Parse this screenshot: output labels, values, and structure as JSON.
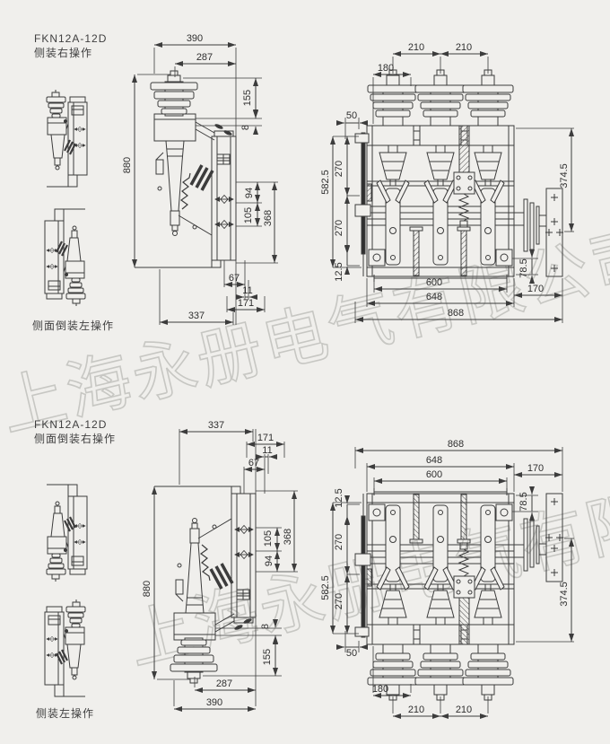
{
  "page": {
    "background": "#f0efec",
    "line_color": "#3c3c3c",
    "dim_text_color": "#2f2f2f",
    "watermark_color": "#c7c7c3"
  },
  "watermark": {
    "text": "上海永册电气有限公司"
  },
  "sections": {
    "top": {
      "model": "FKN12A-12D",
      "operation": "侧装右操作",
      "mini_caption": "侧面倒装左操作"
    },
    "bottom": {
      "model": "FKN12A-12D",
      "operation": "侧面倒装右操作",
      "mini_caption": "侧装左操作"
    }
  },
  "dims": {
    "side": {
      "w390": "390",
      "w287": "287",
      "h155": "155",
      "h8": "8",
      "h880": "880",
      "h94": "94",
      "h105": "105",
      "h368": "368",
      "w67": "67",
      "w11": "11",
      "w171": "171",
      "w337": "337"
    },
    "front": {
      "w180": "180",
      "w210": "210",
      "w50": "50",
      "h582": "582.5",
      "h270": "270",
      "h12": "12.5",
      "h374": "374.5",
      "h78": "78.5",
      "w600": "600",
      "w648": "648",
      "w868": "868",
      "w170": "170"
    }
  }
}
